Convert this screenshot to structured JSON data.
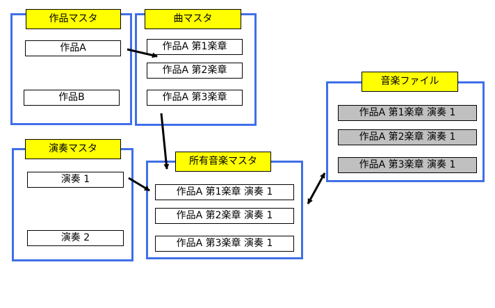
{
  "colors": {
    "group_border": "#3f6fe8",
    "title_fill": "#ffff00",
    "file_item_fill": "#c0c0c0",
    "arrow": "#000000"
  },
  "works_master": {
    "title": "作品マスタ",
    "items": [
      "作品A",
      "作品B"
    ]
  },
  "song_master": {
    "title": "曲マスタ",
    "items": [
      "作品A 第1楽章",
      "作品A 第2楽章",
      "作品A 第3楽章"
    ]
  },
  "performance_master": {
    "title": "演奏マスタ",
    "items": [
      "演奏 1",
      "演奏 2"
    ]
  },
  "owned_music_master": {
    "title": "所有音楽マスタ",
    "items": [
      "作品A 第1楽章 演奏 1",
      "作品A 第2楽章 演奏 1",
      "作品A 第3楽章 演奏 1"
    ]
  },
  "music_file": {
    "title": "音楽ファイル",
    "items": [
      "作品A 第1楽章 演奏 1",
      "作品A 第2楽章 演奏 1",
      "作品A 第3楽章 演奏 1"
    ]
  }
}
